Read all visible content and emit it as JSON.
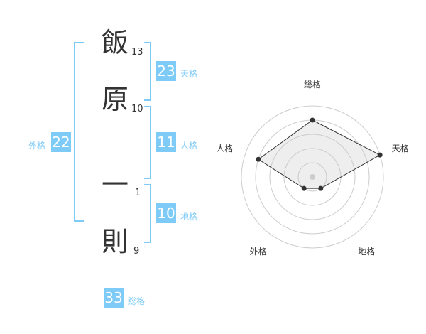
{
  "name": {
    "chars": [
      {
        "char": "飯",
        "strokes": "13"
      },
      {
        "char": "原",
        "strokes": "10"
      },
      {
        "char": "一",
        "strokes": "1"
      },
      {
        "char": "則",
        "strokes": "9"
      }
    ]
  },
  "fortunes": {
    "tenkaku": {
      "value": "23",
      "label": "天格"
    },
    "jinkaku": {
      "value": "11",
      "label": "人格"
    },
    "chikaku": {
      "value": "10",
      "label": "地格"
    },
    "gaikaku": {
      "value": "22",
      "label": "外格"
    },
    "soukaku": {
      "value": "33",
      "label": "総格"
    }
  },
  "colors": {
    "accent": "#7fcbf7",
    "text": "#333333"
  },
  "chart_data": {
    "type": "radar",
    "axes": [
      "総格",
      "天格",
      "地格",
      "外格",
      "人格"
    ],
    "values": [
      4,
      5,
      1,
      1,
      4
    ],
    "range": [
      0,
      5
    ],
    "rings": 5
  }
}
